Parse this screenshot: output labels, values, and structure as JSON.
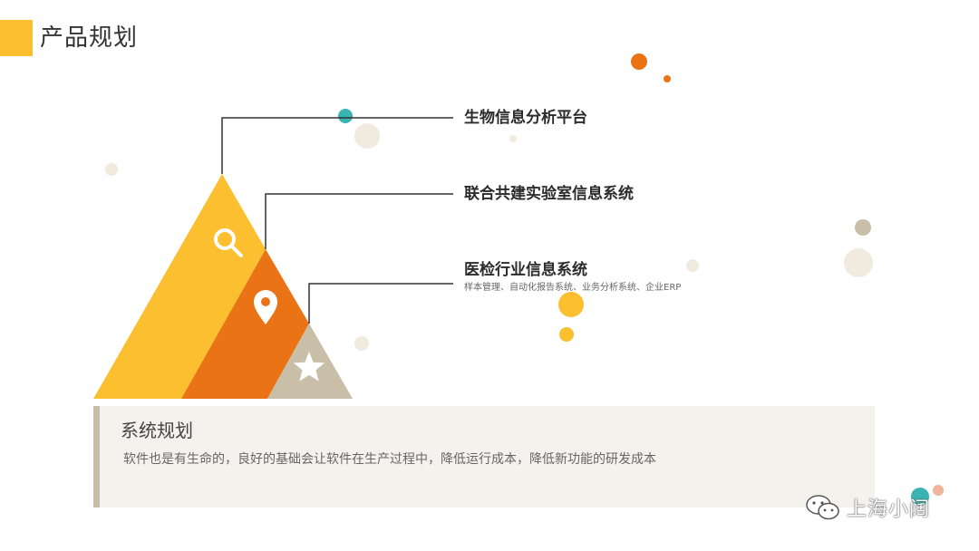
{
  "page": {
    "title": "产品规划"
  },
  "pyramid": {
    "levels": [
      {
        "label": "生物信息分析平台",
        "icon": "search-icon",
        "color": "#fbbf30"
      },
      {
        "label": "联合共建实验室信息系统",
        "icon": "location-pin-icon",
        "color": "#e97315"
      },
      {
        "label": "医检行业信息系统",
        "sublabel": "样本管理、自动化报告系统、业务分析系统、企业ERP",
        "icon": "star-icon",
        "color": "#c9bfa9"
      }
    ]
  },
  "panel": {
    "title": "系统规划",
    "description": "软件也是有生命的，良好的基础会让软件在生产过程中，降低运行成本，降低新功能的研发成本"
  },
  "watermark": {
    "text": "上海小阔",
    "icon": "wechat-icon"
  },
  "colors": {
    "yellow": "#fbbf30",
    "orange": "#e97315",
    "beige": "#c9bfa9",
    "teal": "#3ab3b3"
  }
}
